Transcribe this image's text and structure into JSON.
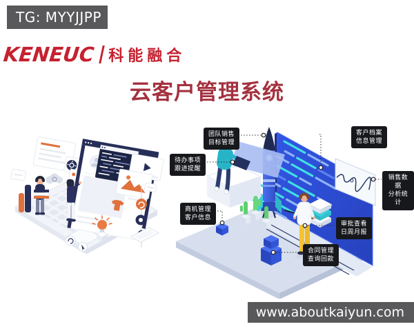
{
  "contact_badge": {
    "text": "TG: MYYJJPP"
  },
  "logo": {
    "latin": "KENEUC",
    "chinese": "科能融合"
  },
  "title": {
    "text": "云客户管理系统"
  },
  "feature_labels": [
    {
      "id": "team-sales-target",
      "text": "团队销售\n目标管理"
    },
    {
      "id": "customer-archive-info",
      "text": "客户档案\n信息管理"
    },
    {
      "id": "todo-follow-up-reminder",
      "text": "待办事项\n跟进提醒"
    },
    {
      "id": "sales-data-analysis",
      "text": "销售数据\n分析统计"
    },
    {
      "id": "opportunity-customer-info",
      "text": "商机管理\n客户信息"
    },
    {
      "id": "approval-reports",
      "text": "审批查看\n日周月报"
    },
    {
      "id": "contract-payment-query",
      "text": "合同管理\n查询回款"
    }
  ],
  "footer": {
    "url": "www.aboutkaiyun.com"
  },
  "colors": {
    "brand_red": "#c6212f",
    "title_red": "#a4313f",
    "badge_gray": "#59585b",
    "label_black": "#17181c",
    "monitor_blue": "#2d4cd4",
    "accent_cyan": "#41dfe3",
    "accent_orange": "#e0703c",
    "navy": "#272e58"
  },
  "icons": {
    "left_scene": [
      "browser-window",
      "code-window",
      "video-card",
      "image-card",
      "bar-chart",
      "gear-badge",
      "lightbulb",
      "laptop-keyboard",
      "phone",
      "man-with-boxes",
      "woman-at-screen"
    ],
    "right_scene": [
      "monitor-code-screen",
      "rocket",
      "line-chart-card",
      "sitting-developer",
      "standing-person",
      "cactus-plants",
      "cube-boxes",
      "platform"
    ]
  }
}
